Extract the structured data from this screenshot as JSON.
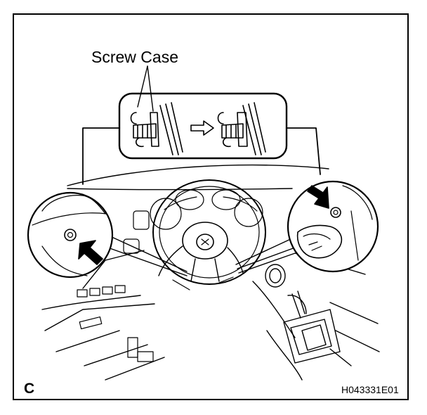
{
  "figure": {
    "callout_label": "Screw Case",
    "corner_letter": "C",
    "figure_code": "H043331E01"
  }
}
